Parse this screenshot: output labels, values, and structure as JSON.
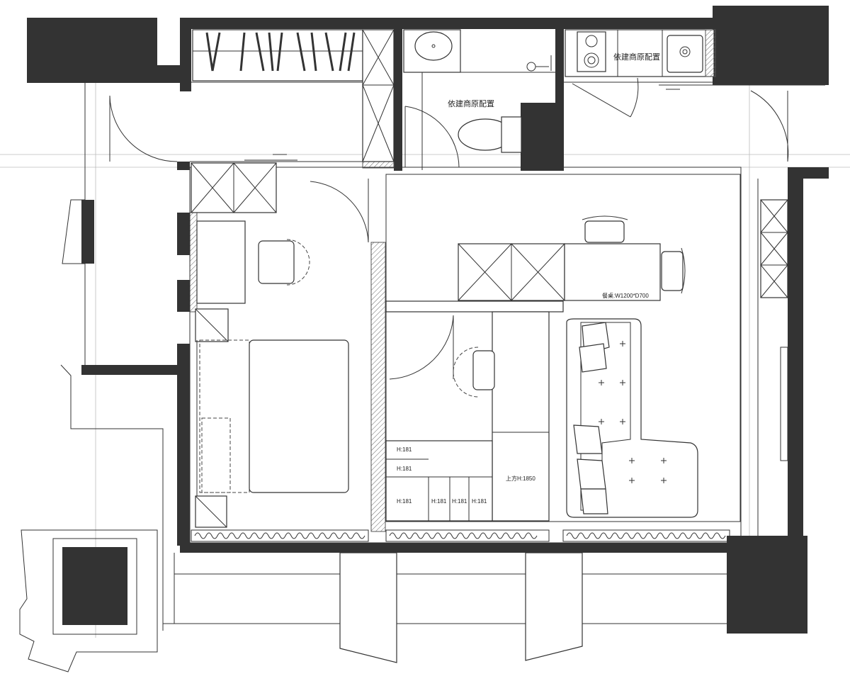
{
  "colors": {
    "wall": "#333333",
    "line": "#222222",
    "guide": "#bbbbbb",
    "background": "#ffffff"
  },
  "labels": {
    "builder_bathroom": "依建商原配置",
    "builder_kitchen": "依建商原配置",
    "dining_table": "餐桌:W1200*D700",
    "upper_cabinet": "上方H:1850",
    "shelf_h181": "H:181"
  },
  "icons": {
    "shelf": "x-cross-box",
    "chair": "chair-outline",
    "bed": "bed-outline",
    "sofa": "l-shaped-sofa",
    "toilet": "toilet-outline",
    "sink": "sink-outline",
    "stove": "cooktop-outline",
    "curtain": "curtain-wave"
  }
}
